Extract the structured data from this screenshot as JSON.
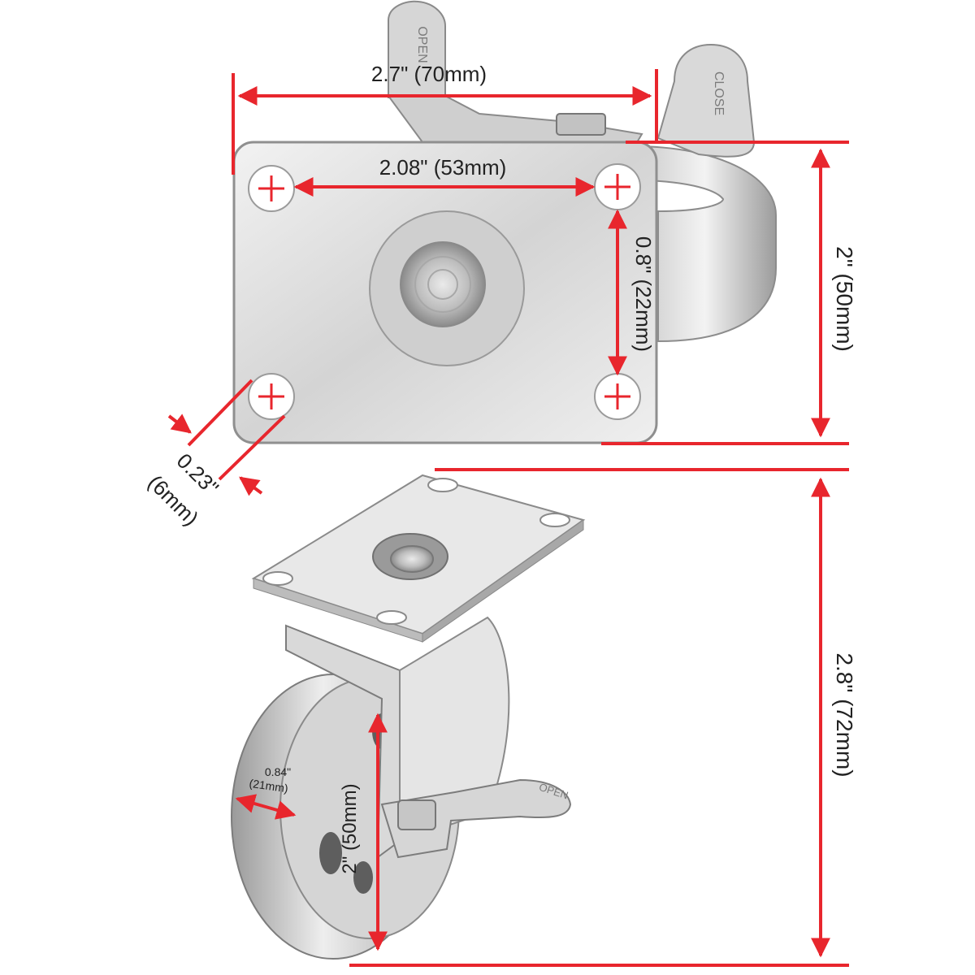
{
  "labels": {
    "top_width": "2.7\" (70mm)",
    "hole_spacing_x": "2.08\" (53mm)",
    "hole_spacing_y": "0.8\" (22mm)",
    "plate_height": "2\" (50mm)",
    "hole_diameter_value": "0.23\"",
    "hole_diameter_mm": "(6mm)",
    "overall_height": "2.8\" (72mm)",
    "wheel_diameter": "2\" (50mm)",
    "wheel_width_value": "0.84\"",
    "wheel_width_mm": "(21mm)",
    "brake_open_top": "OPEN",
    "brake_close_top": "CLOSE",
    "brake_open_lower": "OPEN"
  },
  "colors": {
    "dimension_line": "#e8262d",
    "metal_light": "#e6e6e6",
    "metal_mid": "#bdbdbd",
    "metal_dark": "#6e6e6e",
    "text": "#222222"
  },
  "icons": {
    "hole_marker": "crosshair-plus-icon",
    "arrowhead": "arrowhead-icon"
  }
}
